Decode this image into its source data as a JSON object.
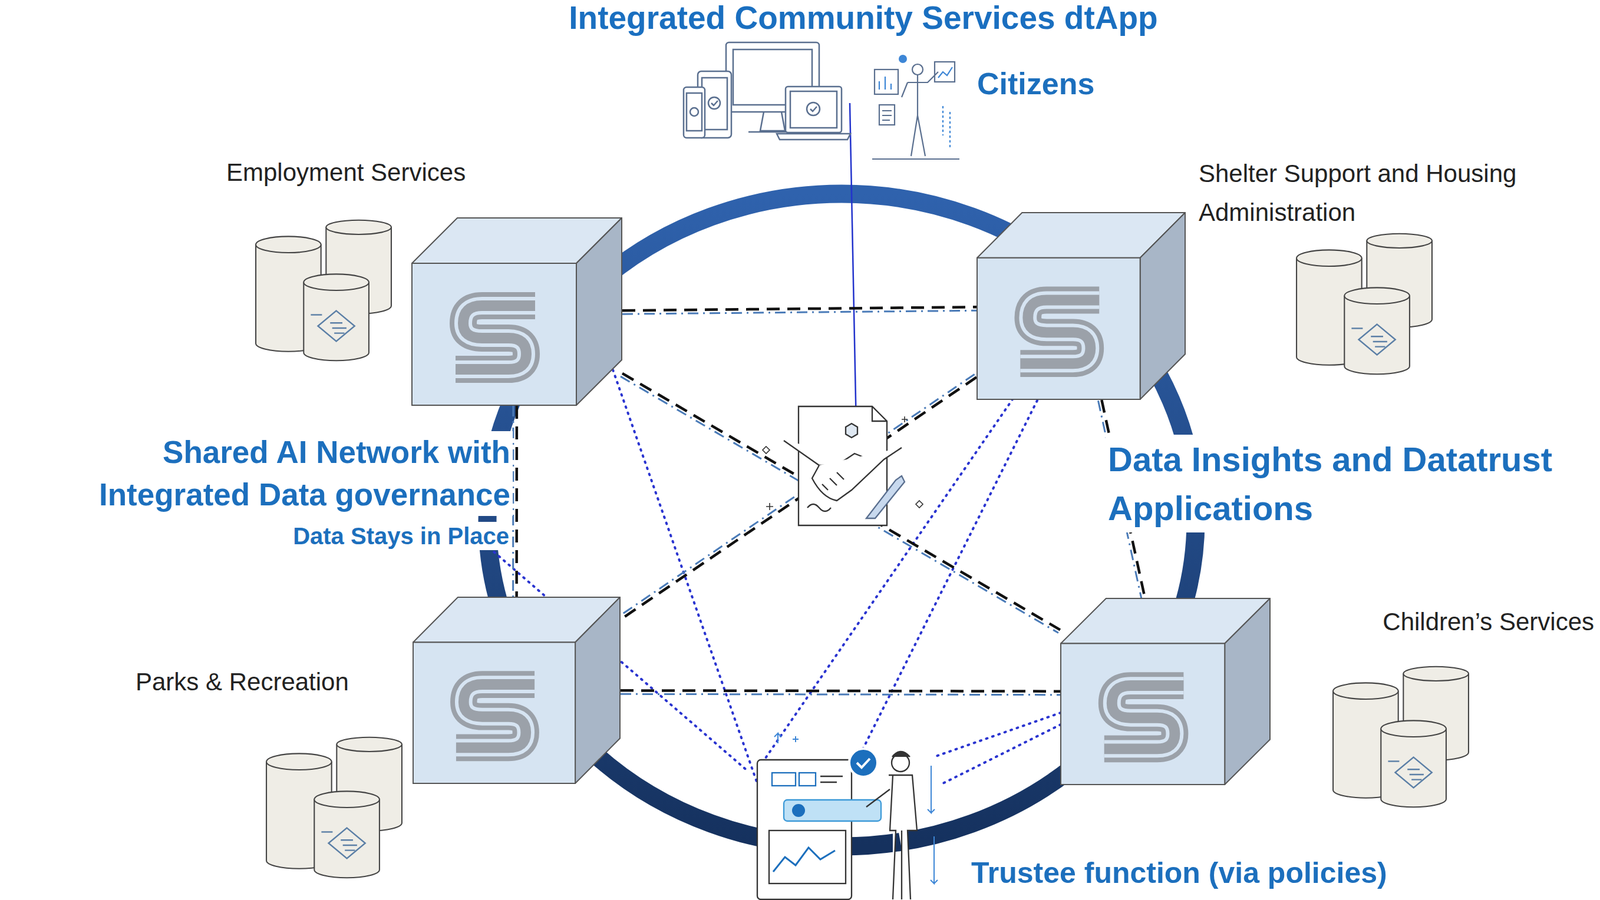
{
  "diagram": {
    "title": "Integrated Community Services dtApp",
    "nodes": [
      {
        "text": [
          "Employment Services"
        ]
      },
      {
        "text": [
          "Shelter Support and Housing Administration"
        ]
      },
      {
        "text": [
          "Parks & Recreation"
        ]
      },
      {
        "text": [
          "Children’s Services"
        ]
      }
    ],
    "edges": [
      {
        "from": 0,
        "to": 1,
        "arrow": "none"
      },
      {
        "from": 0,
        "to": 2,
        "arrow": "none"
      },
      {
        "from": 2,
        "to": 3,
        "arrow": "none"
      },
      {
        "from": 1,
        "to": 3,
        "arrow": "none"
      },
      {
        "from": 0,
        "to": 3,
        "arrow": "none"
      },
      {
        "from": 1,
        "to": 2,
        "arrow": "none"
      }
    ],
    "labels": [
      "Citizens",
      "Shared AI Network with Integrated Data governance",
      "Data Stays in Place",
      "Data Insights and Datatrust Applications",
      "Trustee function (via policies)"
    ]
  }
}
